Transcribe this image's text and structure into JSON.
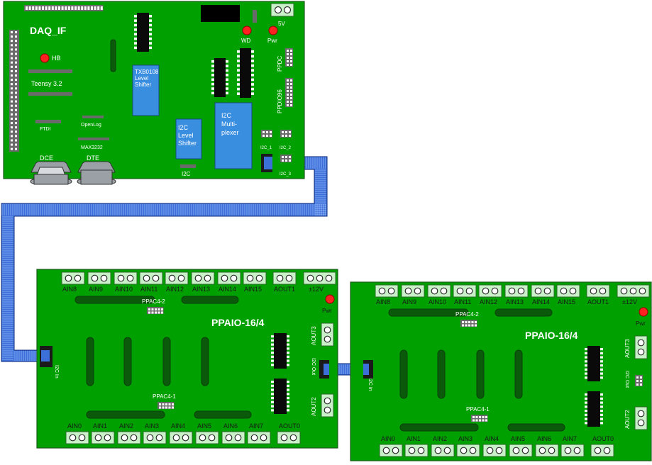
{
  "board_top": {
    "title": "DAQ_IF",
    "labels": {
      "hb": "HB",
      "teensy": "Teensy 3.2",
      "ftdi": "FTDI",
      "openlog": "OpenLog",
      "max3232": "MAX3232",
      "dce": "DCE",
      "dte": "DTE",
      "i2c": "I2C",
      "wd": "WD",
      "pwr": "Pwr",
      "five_v": "5V",
      "ppdc": "PPDC",
      "ppdio96": "PPDIO96",
      "i2c1": "I2C_1",
      "i2c2": "I2C_2",
      "i2c3": "I2C_3"
    },
    "level_shifter": {
      "lines": [
        "TXB0108",
        "Level",
        "Shifter"
      ]
    },
    "i2c_level_shifter": {
      "lines": [
        "I2C",
        "Level",
        "Shifter"
      ]
    },
    "i2c_multiplexer": {
      "lines": [
        "I2C",
        "Multi-",
        "plexer"
      ]
    }
  },
  "board_left": {
    "title": "PPAIO-16/4",
    "top_terminals": [
      "AIN8",
      "AIN9",
      "AIN10",
      "AIN11",
      "AIN12",
      "AIN13",
      "AIN14",
      "AIN15",
      "AOUT1",
      "±12V"
    ],
    "bottom_terminals": [
      "AIN0",
      "AIN1",
      "AIN2",
      "AIN3",
      "AIN4",
      "AIN5",
      "AIN6",
      "AIN7",
      "AOUT0"
    ],
    "pwr": "Pwr",
    "aout3": "AOUT3",
    "aout2": "AOUT2",
    "ppac_top": "PPAC4-2",
    "ppac_bottom": "PPAC4-1",
    "i2c_in": "I2C In",
    "i2c_out": "I2C Out"
  },
  "board_right": {
    "title": "PPAIO-16/4",
    "top_terminals": [
      "AIN8",
      "AIN9",
      "AIN10",
      "AIN11",
      "AIN12",
      "AIN13",
      "AIN14",
      "AIN15",
      "AOUT1",
      "±12V"
    ],
    "bottom_terminals": [
      "AIN0",
      "AIN1",
      "AIN2",
      "AIN3",
      "AIN4",
      "AIN5",
      "AIN6",
      "AIN7",
      "AOUT0"
    ],
    "pwr": "Pwr",
    "aout3": "AOUT3",
    "aout2": "AOUT2",
    "ppac_top": "PPAC4-2",
    "ppac_bottom": "PPAC4-1",
    "i2c_in": "I2C In",
    "i2c_out": "I2C Out"
  },
  "colors": {
    "pcb": "#00a000",
    "cable": "#3d6fd9",
    "module": "#3a8ee0",
    "led": "#ff2020",
    "terminal": "#c9f0c9"
  }
}
